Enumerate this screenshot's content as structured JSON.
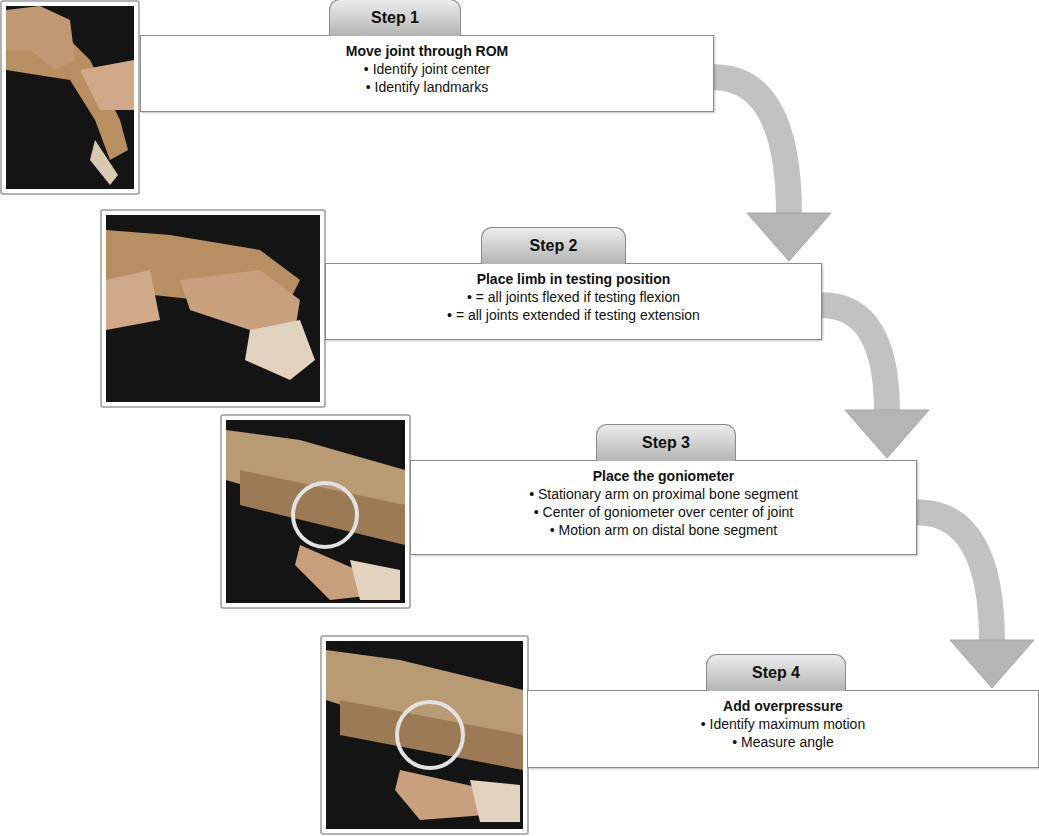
{
  "diagram": {
    "nodes": [
      {
        "text": [
          "Step 1",
          "Move joint through ROM",
          "• Identify joint center",
          "• Identify landmarks"
        ]
      },
      {
        "text": [
          "Step 2",
          "Place limb in testing position",
          "• = all joints flexed if testing flexion",
          "• = all joints extended if testing extension"
        ]
      },
      {
        "text": [
          "Step 3",
          "Place the goniometer",
          "• Stationary arm on proximal bone segment",
          "• Center of goniometer over center of joint",
          "• Motion arm on distal bone segment"
        ]
      },
      {
        "text": [
          "Step 4",
          "Add overpressure",
          "• Identify maximum motion",
          "• Measure angle"
        ]
      }
    ],
    "edges": [
      {
        "from": 0,
        "to": 1,
        "arrow": "to"
      },
      {
        "from": 1,
        "to": 2,
        "arrow": "to"
      },
      {
        "from": 2,
        "to": 3,
        "arrow": "to"
      }
    ]
  }
}
